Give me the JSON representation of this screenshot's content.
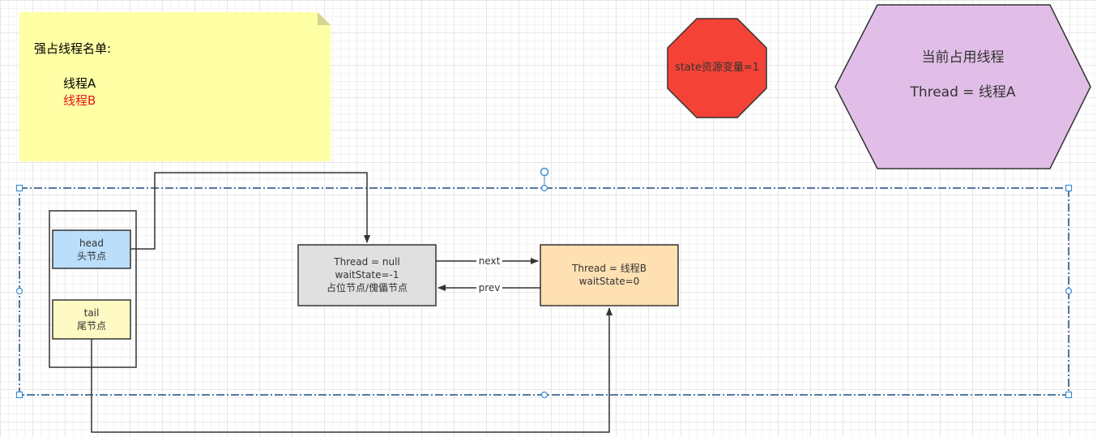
{
  "note": {
    "title": "强占线程名单:",
    "items": [
      "线程A",
      "线程B"
    ],
    "colors": {
      "fill": "#ffffa6",
      "fold": "#d4d48a",
      "text": "#000000",
      "highlight": "#e01b1b"
    }
  },
  "state_shape": {
    "text": "state资源变量=1",
    "fill": "#f44336"
  },
  "hexagon": {
    "line1": "当前占用线程",
    "line2": "Thread = 线程A",
    "fill": "#e1bee7"
  },
  "queue": {
    "head": {
      "line1": "head",
      "line2": "头节点",
      "fill": "#bbdefb"
    },
    "tail": {
      "line1": "tail",
      "line2": "尾节点",
      "fill": "#fff9c4"
    },
    "dummy_node": {
      "line1": "Thread = null",
      "line2": "waitState=-1",
      "line3": "占位节点/傀儡节点",
      "fill": "#e0e0e0"
    },
    "node_b": {
      "line1": "Thread = 线程B",
      "line2": "waitState=0",
      "fill": "#ffe0b2"
    },
    "next_label": "next",
    "prev_label": "prev"
  },
  "colors": {
    "selection": "#1c4e80",
    "handle": "#3b8fd6",
    "stroke": "#333333"
  }
}
